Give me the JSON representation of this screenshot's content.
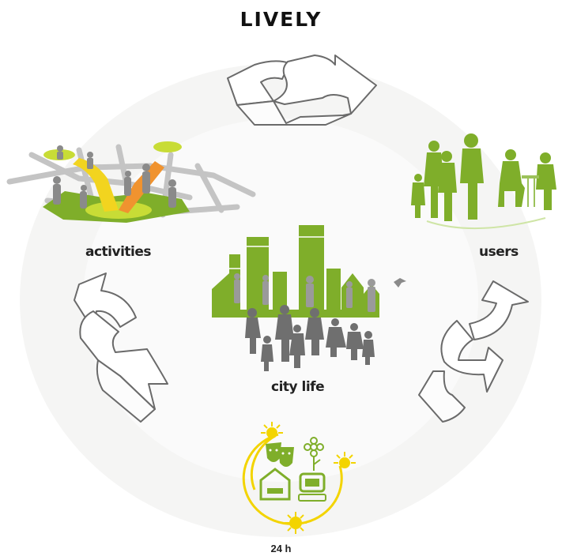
{
  "title": "LIVELY",
  "labels": {
    "activities": "activities",
    "users": "users",
    "city_life": "city life",
    "time": "24 h"
  },
  "colors": {
    "green": "#7fae2a",
    "light_green": "#b6d233",
    "orange": "#f0932f",
    "yellow": "#f3d400",
    "gray": "#8a8a8a",
    "arrow_stroke": "#6a6a6a"
  },
  "icons": [
    "sun-icon",
    "theatre-masks-icon",
    "flower-icon",
    "house-icon",
    "computer-icon"
  ]
}
